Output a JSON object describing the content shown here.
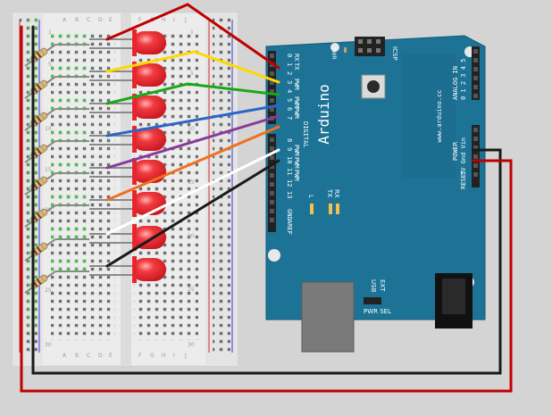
{
  "breadboard": {
    "col_letters_left": [
      "A",
      "B",
      "C",
      "D",
      "E"
    ],
    "col_letters_right": [
      "F",
      "G",
      "H",
      "I",
      "J"
    ],
    "row_numbers": [
      "1",
      "5",
      "10",
      "15",
      "20",
      "25",
      "30"
    ]
  },
  "arduino": {
    "brand": "Arduino",
    "website": "www.arduino.cc",
    "digital_label": "DIGITAL",
    "pin_numbers": [
      "0",
      "1",
      "2",
      "3",
      "4",
      "5",
      "6",
      "7",
      "8",
      "9",
      "10",
      "11",
      "12",
      "13"
    ],
    "pwm_label": "PWM",
    "rx_label": "RX",
    "tx_label": "TX",
    "gnd_label": "GND",
    "aref_label": "AREF",
    "icsp_label": "ICSP",
    "pwr_label": "PWR",
    "led_l_label": "L",
    "led_tx_label": "TX",
    "led_rx_label": "RX",
    "analog_label": "ANALOG IN",
    "analog_pins": "0 1 2 3 4 5",
    "power_label": "POWER",
    "power_pins": "5V Gnd Vin",
    "reset_label": "RESET",
    "usb_label": "USB",
    "ext_label": "EXT",
    "pwr_sel_label": "PWR SEL"
  },
  "wire_colors": [
    "#c00000",
    "#ffd800",
    "#18a818",
    "#2a66c8",
    "#8a3a9a",
    "#f07020",
    "#ffffff",
    "#1a1a1a"
  ],
  "board_color": "#1d7396",
  "led_color": "#e8242c"
}
